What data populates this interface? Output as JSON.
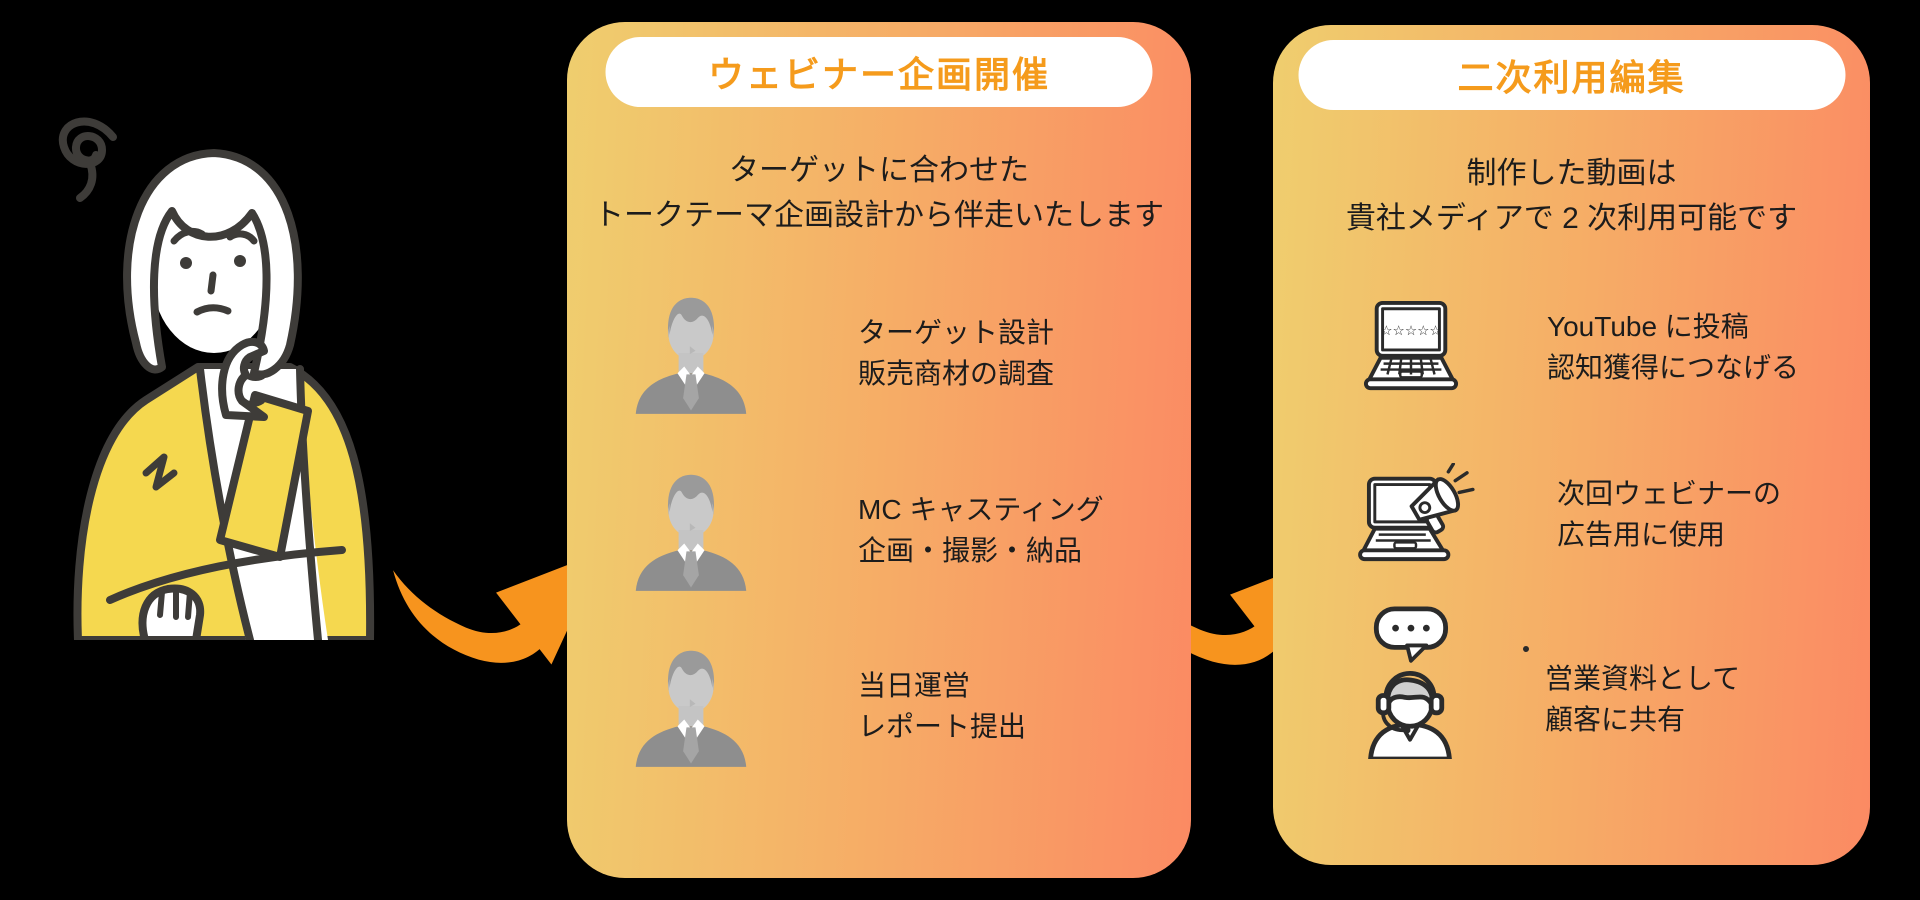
{
  "illustration": {
    "description": "thinking woman in yellow jacket with confusion squiggle"
  },
  "panels": [
    {
      "title": "ウェビナー企画開催",
      "subtitle_lines": [
        "ターゲットに合わせた",
        "トークテーマ企画設計から伴走いたします"
      ],
      "items": [
        {
          "icon": "businessman-icon",
          "lines": [
            "ターゲット設計",
            "販売商材の調査"
          ]
        },
        {
          "icon": "businessman-icon",
          "lines": [
            "MC キャスティング",
            "企画・撮影・納品"
          ]
        },
        {
          "icon": "businessman-icon",
          "lines": [
            "当日運営",
            "レポート提出"
          ]
        }
      ]
    },
    {
      "title": "二次利用編集",
      "subtitle_lines": [
        "制作した動画は",
        "貴社メディアで 2 次利用可能です"
      ],
      "items": [
        {
          "icon": "laptop-review-icon",
          "lines": [
            "YouTube に投稿",
            "認知獲得につなげる"
          ]
        },
        {
          "icon": "laptop-megaphone-icon",
          "lines": [
            "次回ウェビナーの",
            "広告用に使用"
          ]
        },
        {
          "icon": "support-agent-icon",
          "lines": [
            "営業資料として",
            "顧客に共有"
          ]
        }
      ]
    }
  ],
  "colors": {
    "background": "#000000",
    "panel_gradient_start": "#EFCE6E",
    "panel_gradient_end": "#FB8A63",
    "title_orange": "#F59B1C",
    "arrow_orange": "#F7941E",
    "text_dark": "#1C1C1C",
    "jacket_yellow": "#F5D84F",
    "outline_dark": "#3E3C39"
  },
  "decor": {
    "stars": "☆☆☆☆☆"
  }
}
